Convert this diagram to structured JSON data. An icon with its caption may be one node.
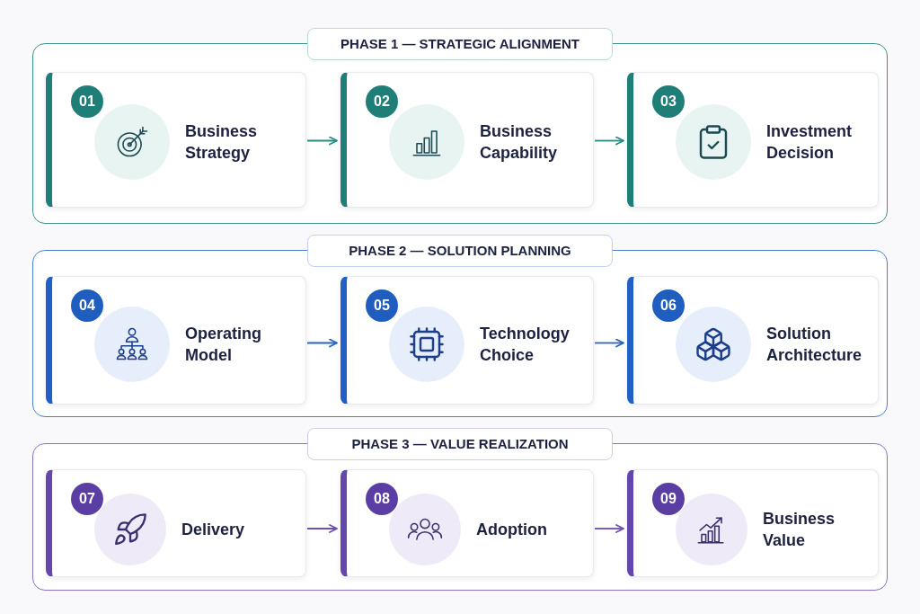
{
  "diagram": {
    "nodes": [
      {
        "text": [
          "PHASE 1 — STRATEGIC ALIGNMENT"
        ]
      },
      {
        "text": [
          "01",
          "Business Strategy"
        ],
        "in": 0
      },
      {
        "text": [
          "02",
          "Business Capability"
        ],
        "in": 0
      },
      {
        "text": [
          "03",
          "Investment Decision"
        ],
        "in": 0
      },
      {
        "text": [
          "PHASE 2 — SOLUTION PLANNING"
        ]
      },
      {
        "text": [
          "04",
          "Operating Model"
        ],
        "in": 4
      },
      {
        "text": [
          "05",
          "Technology Choice"
        ],
        "in": 4
      },
      {
        "text": [
          "06",
          "Solution Architecture"
        ],
        "in": 4
      },
      {
        "text": [
          "PHASE 3 — VALUE REALIZATION"
        ]
      },
      {
        "text": [
          "07",
          "Delivery"
        ],
        "in": 8
      },
      {
        "text": [
          "08",
          "Adoption"
        ],
        "in": 8
      },
      {
        "text": [
          "09",
          "Business Value"
        ],
        "in": 8
      }
    ],
    "edges": [
      {
        "from": 1,
        "to": 2,
        "arrow": "to",
        "color": "#2a8a84"
      },
      {
        "from": 2,
        "to": 3,
        "arrow": "to",
        "color": "#2a8a84"
      },
      {
        "from": 5,
        "to": 6,
        "arrow": "to",
        "color": "#2a63c4"
      },
      {
        "from": 6,
        "to": 7,
        "arrow": "to",
        "color": "#2a63c4"
      },
      {
        "from": 9,
        "to": 10,
        "arrow": "to",
        "color": "#6b4fb5"
      },
      {
        "from": 10,
        "to": 11,
        "arrow": "to",
        "color": "#6b4fb5"
      }
    ]
  }
}
